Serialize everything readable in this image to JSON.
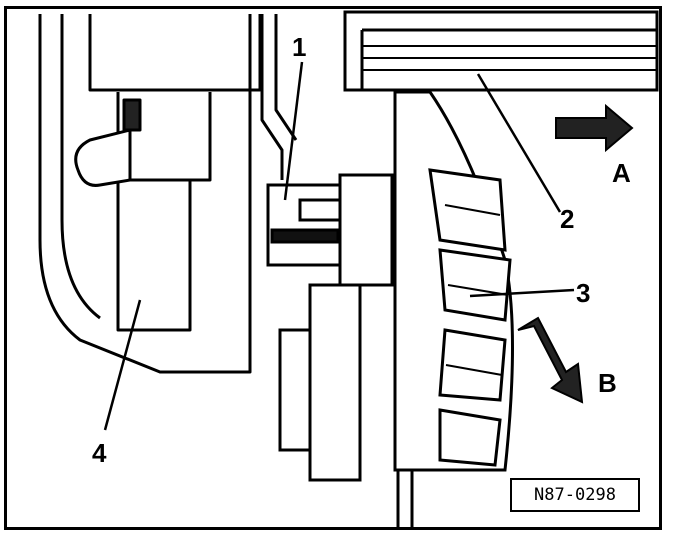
{
  "diagram": {
    "callouts": {
      "c1": "1",
      "c2": "2",
      "c3": "3",
      "c4": "4",
      "a": "A",
      "b": "B"
    },
    "reference_code": "N87-0298",
    "colors": {
      "ink": "#000000",
      "paper": "#ffffff",
      "shade": "#444444"
    }
  }
}
